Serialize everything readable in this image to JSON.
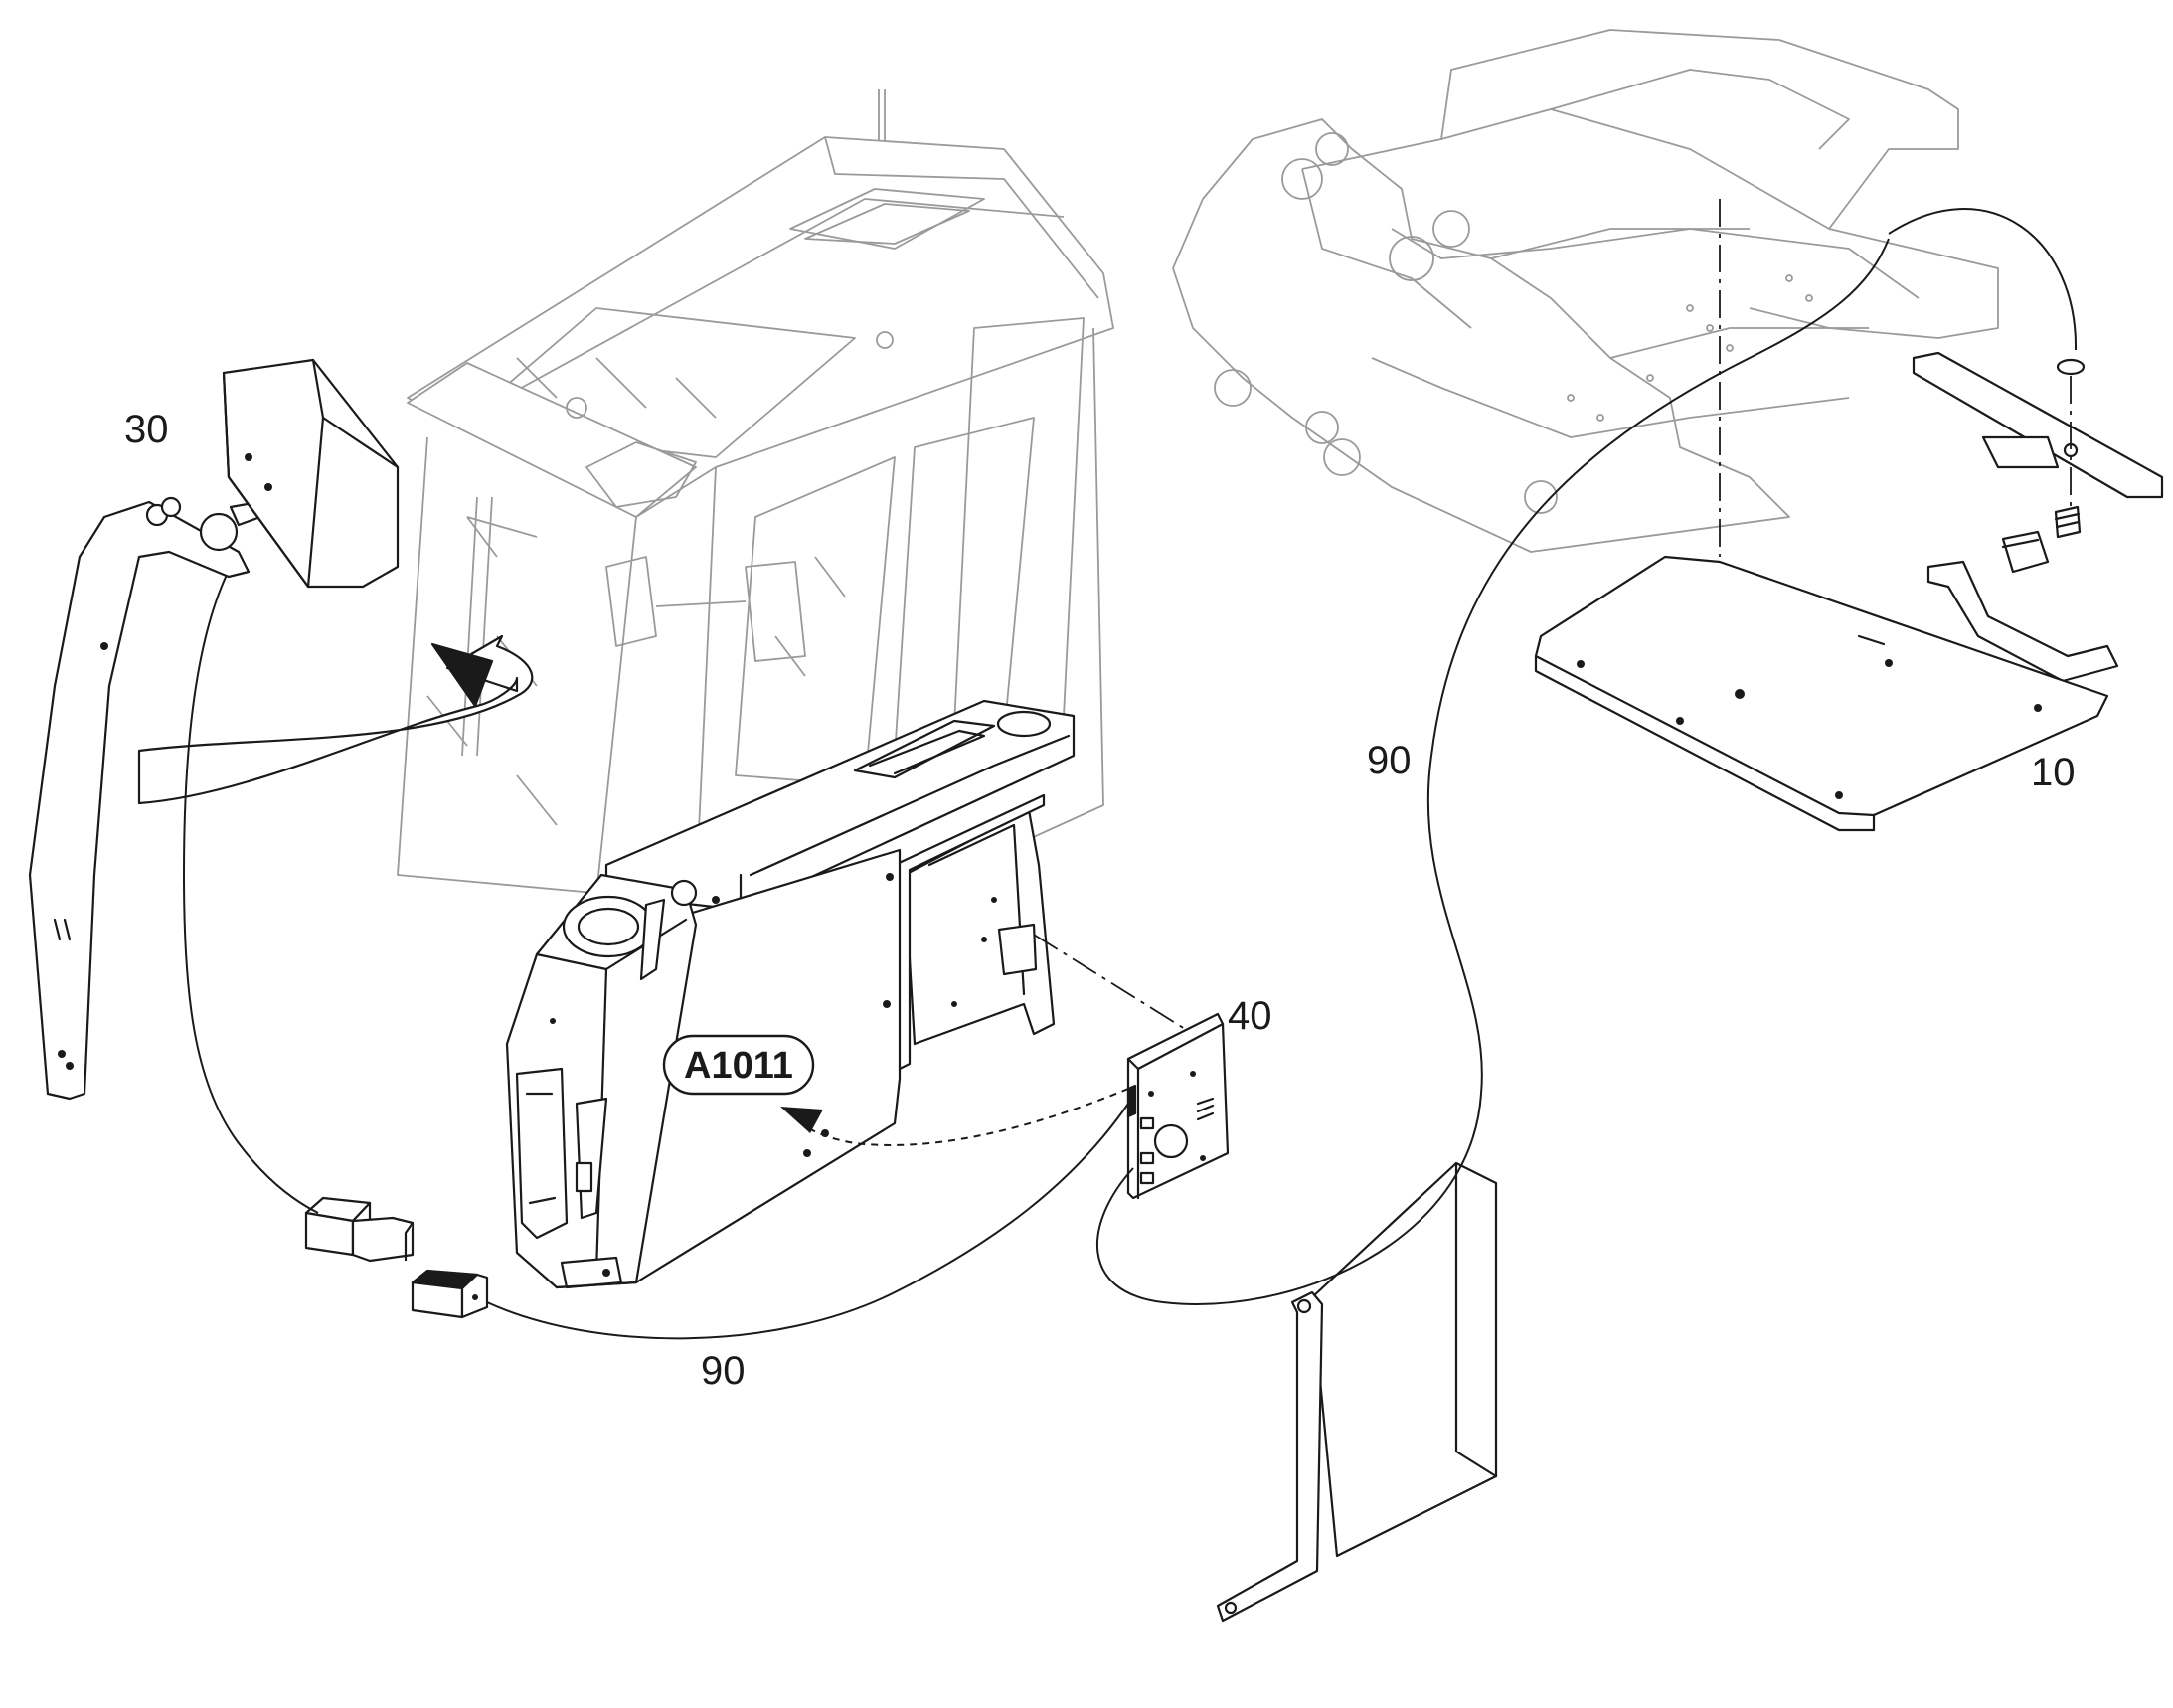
{
  "callouts": {
    "c30": "30",
    "c10": "10",
    "c40": "40",
    "c90_right": "90",
    "c90_bottom": "90",
    "ref_label": "A1011"
  },
  "colors": {
    "ink": "#1a1a1a",
    "ghost": "#9a9a9a",
    "paper": "#ffffff"
  }
}
